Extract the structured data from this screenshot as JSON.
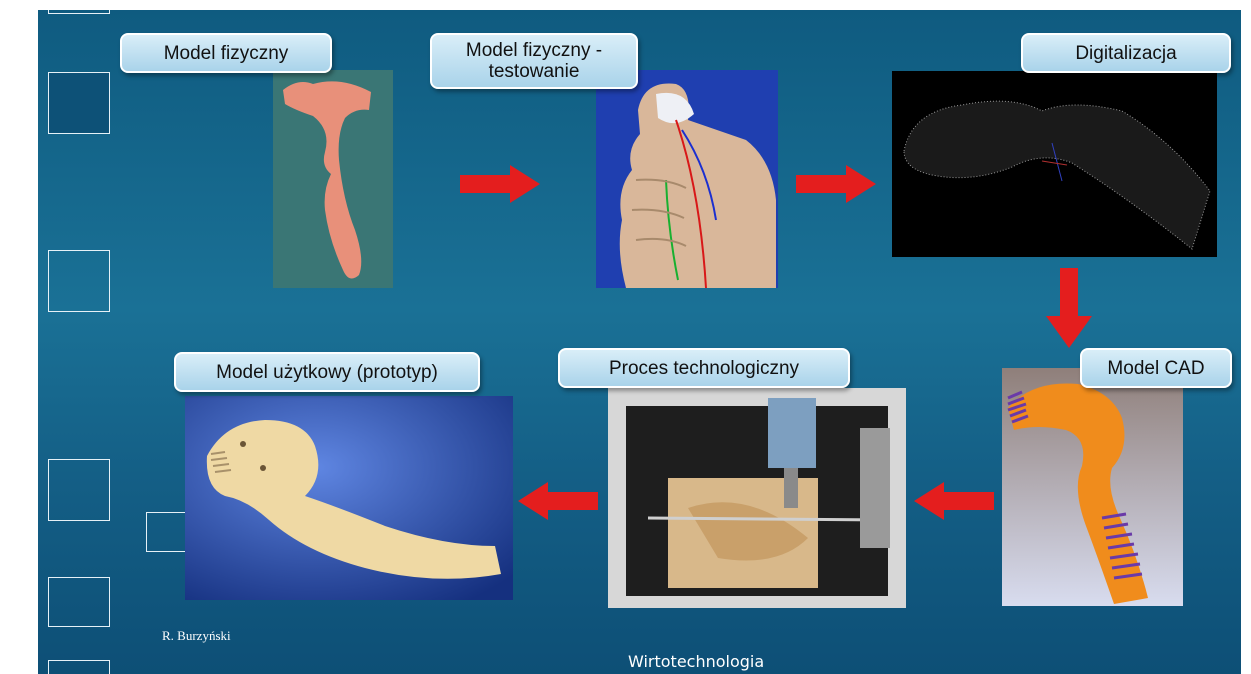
{
  "steps": {
    "physical_model": "Model fizyczny",
    "testing": "Model fizyczny - testowanie",
    "digitization": "Digitalizacja",
    "cad_model": "Model CAD",
    "process": "Proces technologiczny",
    "prototype": "Model użytkowy (prototyp)"
  },
  "footer": {
    "author": "R. Burzyński",
    "title": "Wirtotechnologia"
  },
  "icons": {
    "arrow": "red-arrow-icon"
  },
  "colors": {
    "background": "#145f86",
    "label_fill": "#bfe0f2",
    "arrow": "#e41e1e"
  }
}
